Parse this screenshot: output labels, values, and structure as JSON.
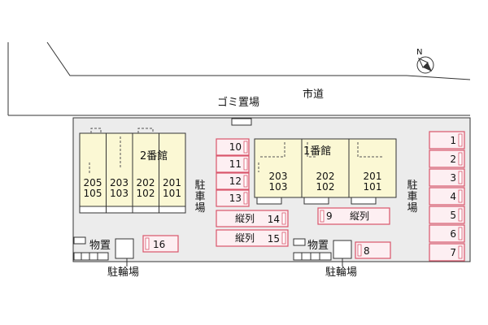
{
  "colors": {
    "site": "#ececec",
    "building": "#fbf8d4",
    "parking_border": "#d9556b",
    "parking_fill": "#fdeff2",
    "line": "#333333"
  },
  "labels": {
    "city_road": "市道",
    "garbage": "ゴミ置場",
    "building1": "1番館",
    "building2": "2番館",
    "parking_left": "駐車場",
    "parking_right": "駐車場",
    "storage_left": "物置",
    "storage_right": "物置",
    "bike_left": "駐輪場",
    "bike_right": "駐輪場"
  },
  "compass": {
    "letter": "N"
  },
  "building2_units": [
    {
      "top": "205",
      "bottom": "105"
    },
    {
      "top": "203",
      "bottom": "103"
    },
    {
      "top": "202",
      "bottom": "102"
    },
    {
      "top": "201",
      "bottom": "101"
    }
  ],
  "building1_units": [
    {
      "top": "203",
      "bottom": "103"
    },
    {
      "top": "202",
      "bottom": "102"
    },
    {
      "top": "201",
      "bottom": "101"
    }
  ],
  "parking": {
    "left_column": [
      "10",
      "11",
      "12",
      "13"
    ],
    "tandem": [
      {
        "label": "縦列",
        "num": "14"
      },
      {
        "label": "縦列",
        "num": "15"
      }
    ],
    "middle": {
      "num": "9",
      "label": "縦列"
    },
    "right_column": [
      "1",
      "2",
      "3",
      "4",
      "5",
      "6",
      "7"
    ],
    "bottom_left": "16",
    "bottom_right": "8"
  }
}
